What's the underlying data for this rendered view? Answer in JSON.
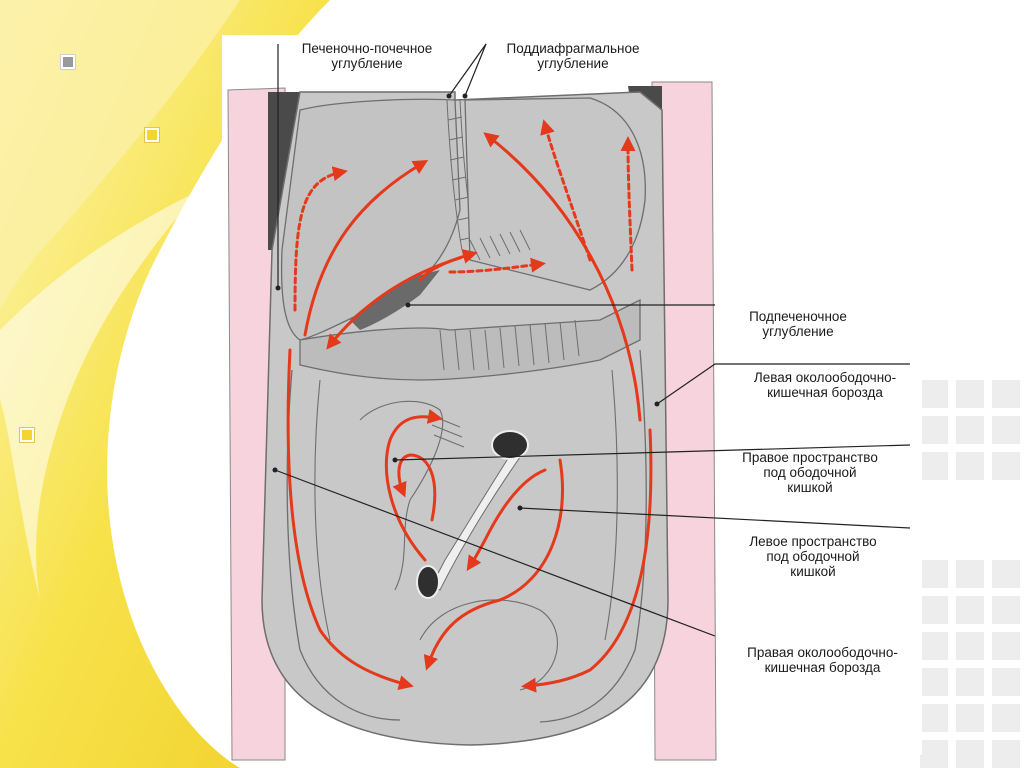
{
  "labels": {
    "hepatorenal": {
      "line1": "Печеночно-почечное",
      "line2": "углубление"
    },
    "subphrenic": {
      "line1": "Поддиафрагмальное",
      "line2": "углубление"
    },
    "subhepatic": {
      "line1": "Подпеченочное",
      "line2": "углубление"
    },
    "left_paracolic": {
      "line1": "Левая околоободочно-",
      "line2": "кишечная борозда"
    },
    "right_inframesocolic": {
      "line1": "Правое пространство",
      "line2": "под ободочной",
      "line3": "кишкой"
    },
    "left_inframesocolic": {
      "line1": "Левое пространство",
      "line2": "под ободочной",
      "line3": "кишкой"
    },
    "right_paracolic": {
      "line1": "Правая околоободочно-",
      "line2": "кишечная борозда"
    }
  },
  "colors": {
    "background_yellow": "#f7e24a",
    "pink_body": "#f6d3dd",
    "cavity_gray": "#c8c8c8",
    "organ_outline": "#6e6e6e",
    "arrow_red": "#e4391b",
    "leader_line": "#222222",
    "bullet_gray": "#9a9a9a",
    "bullet_yellow": "#f4d52f"
  },
  "icons": {
    "bullet_1": "gray-square-bullet-icon",
    "bullet_2": "yellow-square-bullet-icon",
    "bullet_3": "yellow-square-bullet-icon"
  }
}
